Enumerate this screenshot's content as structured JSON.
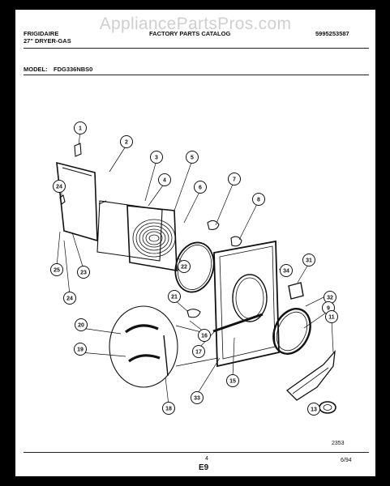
{
  "watermark": "AppliancePartsPros.com",
  "header": {
    "brand": "FRIGIDAIRE",
    "product": "27\" DRYER-GAS",
    "title": "FACTORY PARTS CATALOG",
    "catalog_number": "5995253587",
    "model_label": "MODEL:",
    "model_number": "FDG336NBS0"
  },
  "callouts": [
    "1",
    "2",
    "3",
    "4",
    "5",
    "6",
    "7",
    "8",
    "24",
    "25",
    "23",
    "24",
    "22",
    "21",
    "20",
    "19",
    "18",
    "17",
    "16",
    "15",
    "33",
    "34",
    "31",
    "32",
    "9",
    "11",
    "13"
  ],
  "footer": {
    "drawing_number": "2353",
    "page_number": "4",
    "section": "E9",
    "date": "6/94"
  }
}
